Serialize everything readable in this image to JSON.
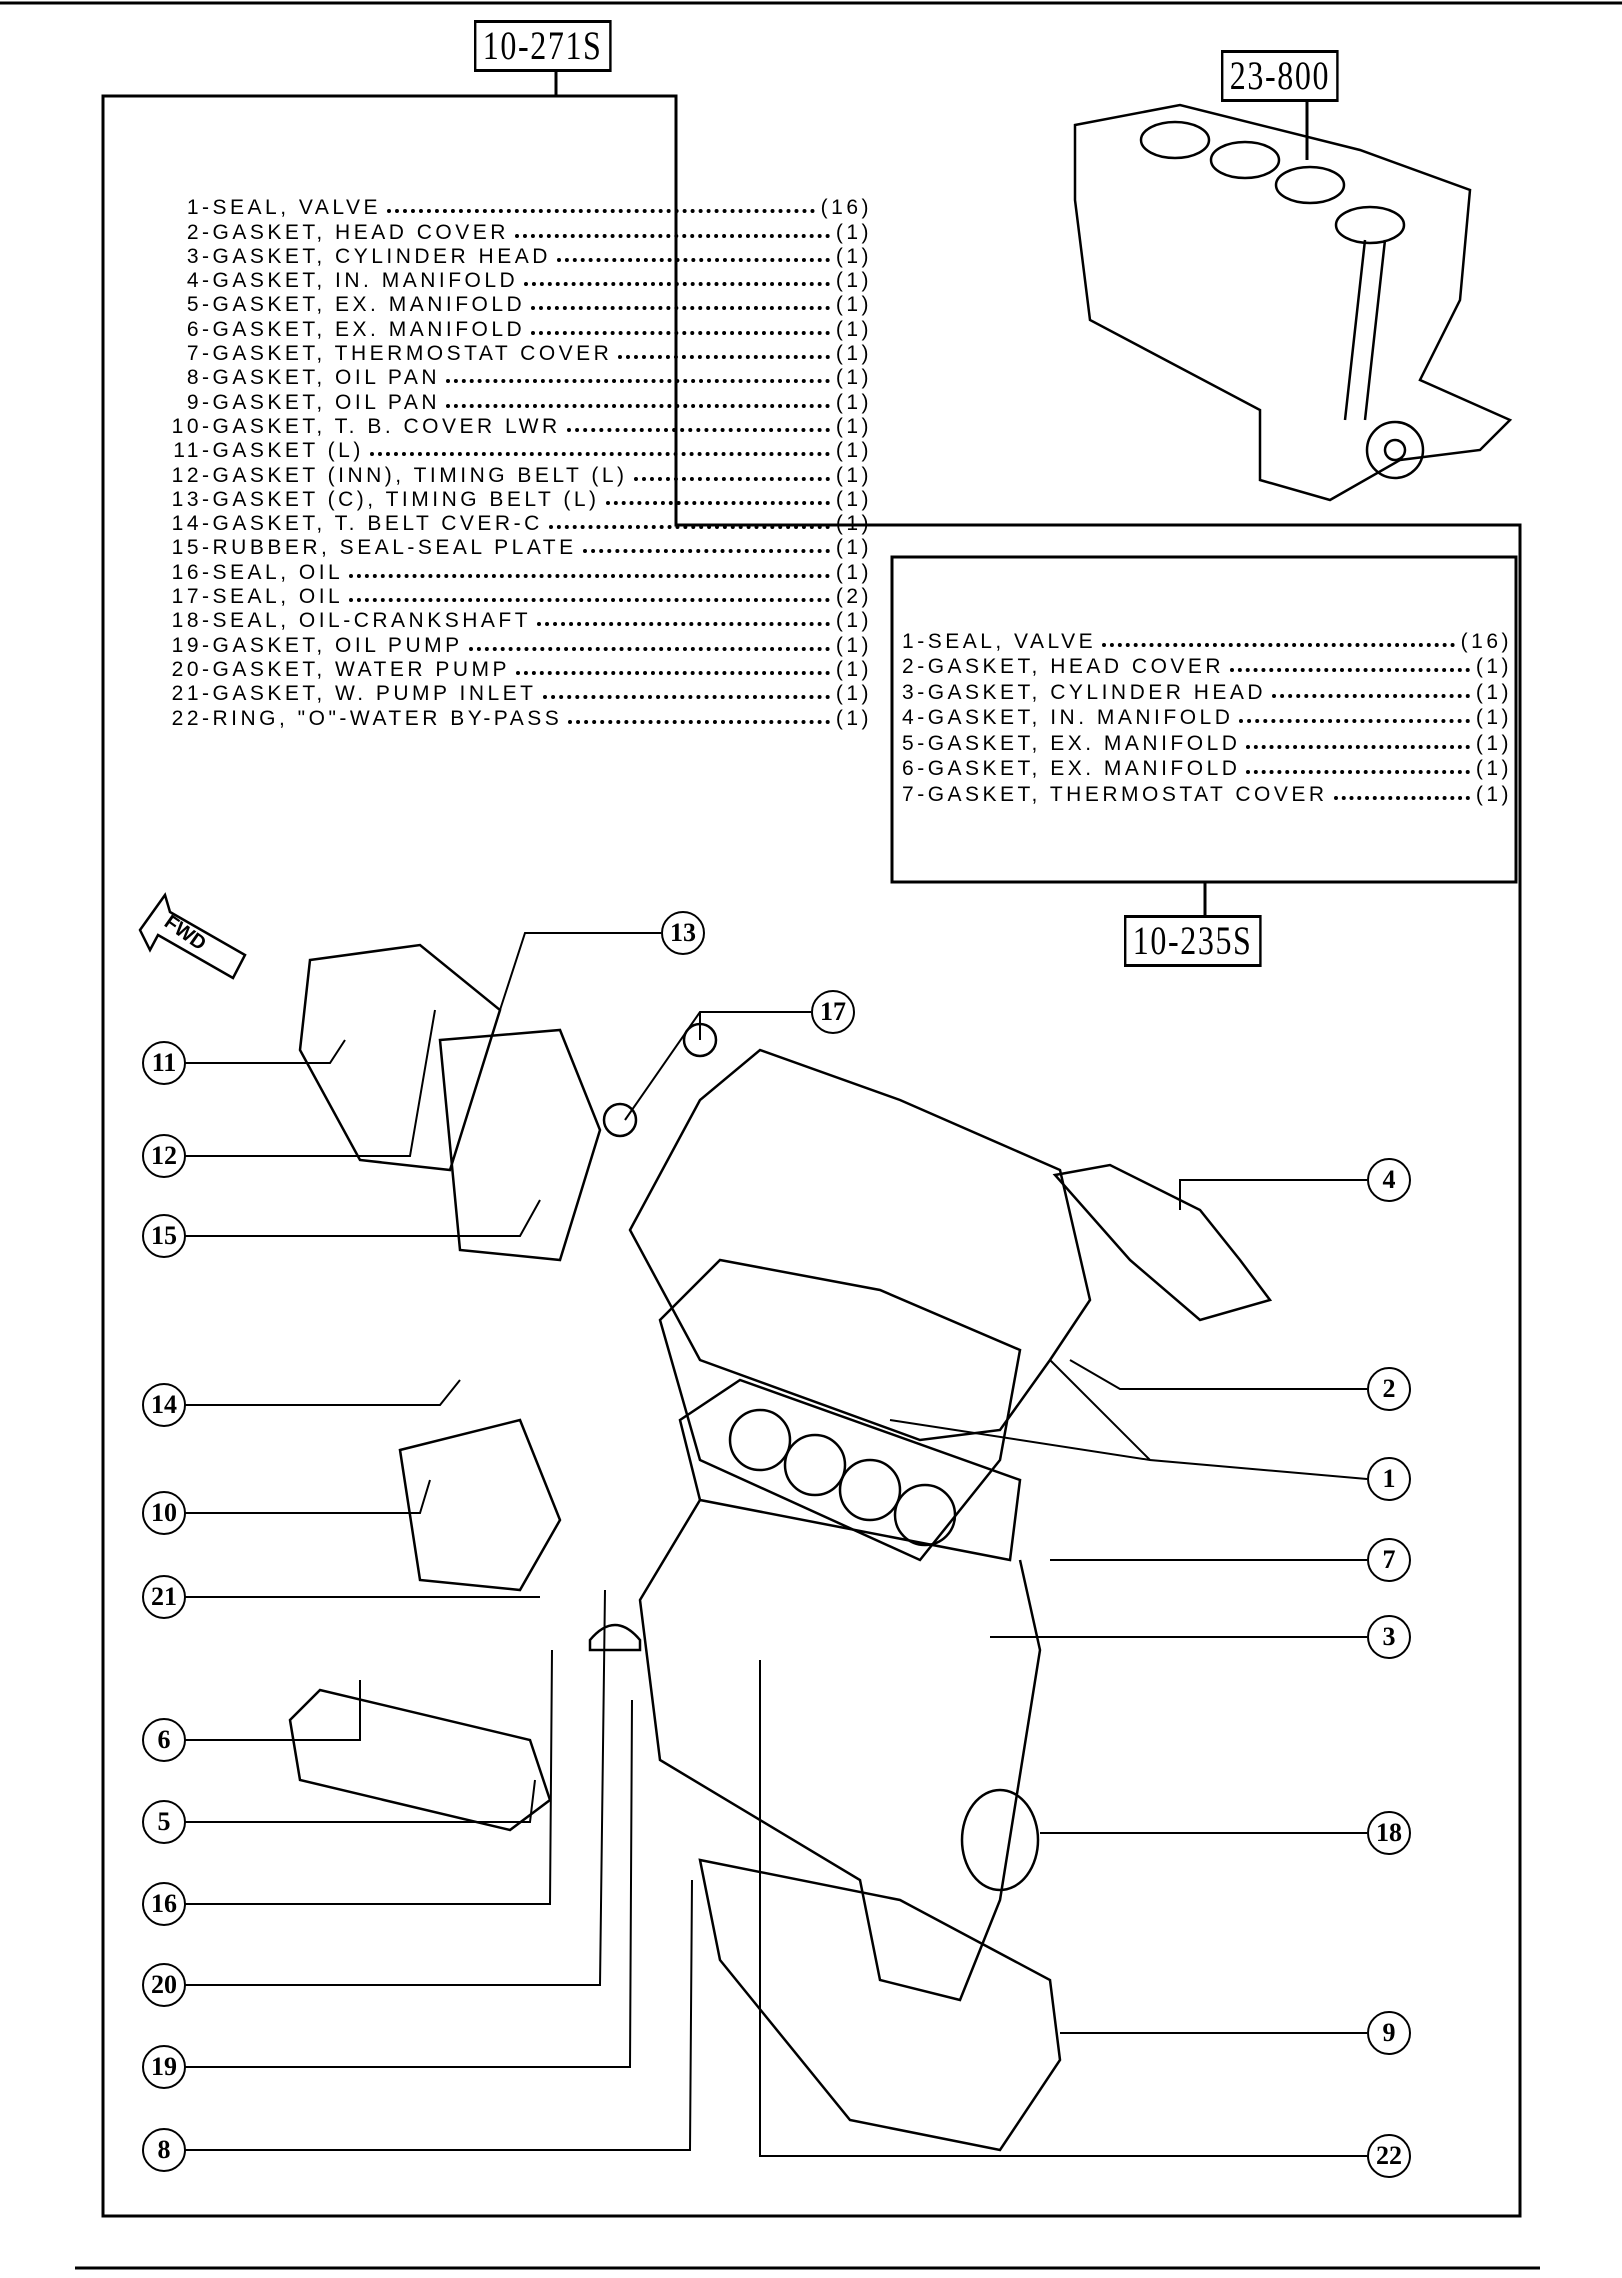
{
  "refs": {
    "main_kit": "10-271S",
    "block": "23-800",
    "sub_kit": "10-235S"
  },
  "fwd_label": "FWD",
  "main_list": [
    {
      "no": "1",
      "name": "SEAL, VALVE",
      "qty": "(16)"
    },
    {
      "no": "2",
      "name": "GASKET, HEAD COVER",
      "qty": "(1)"
    },
    {
      "no": "3",
      "name": "GASKET, CYLINDER HEAD",
      "qty": "(1)"
    },
    {
      "no": "4",
      "name": "GASKET, IN. MANIFOLD",
      "qty": "(1)"
    },
    {
      "no": "5",
      "name": "GASKET, EX. MANIFOLD",
      "qty": "(1)"
    },
    {
      "no": "6",
      "name": "GASKET, EX. MANIFOLD",
      "qty": "(1)"
    },
    {
      "no": "7",
      "name": "GASKET, THERMOSTAT COVER",
      "qty": "(1)"
    },
    {
      "no": "8",
      "name": "GASKET, OIL PAN",
      "qty": "(1)"
    },
    {
      "no": "9",
      "name": "GASKET, OIL PAN",
      "qty": "(1)"
    },
    {
      "no": "10",
      "name": "GASKET, T. B. COVER LWR",
      "qty": "(1)"
    },
    {
      "no": "11",
      "name": "GASKET (L)",
      "qty": "(1)"
    },
    {
      "no": "12",
      "name": "GASKET (INN), TIMING BELT (L)",
      "qty": "(1)"
    },
    {
      "no": "13",
      "name": "GASKET (C), TIMING BELT (L)",
      "qty": "(1)"
    },
    {
      "no": "14",
      "name": "GASKET, T. BELT CVER-C",
      "qty": "(1)"
    },
    {
      "no": "15",
      "name": "RUBBER, SEAL-SEAL PLATE",
      "qty": "(1)"
    },
    {
      "no": "16",
      "name": "SEAL, OIL",
      "qty": "(1)"
    },
    {
      "no": "17",
      "name": "SEAL, OIL",
      "qty": "(2)"
    },
    {
      "no": "18",
      "name": "SEAL, OIL-CRANKSHAFT",
      "qty": "(1)"
    },
    {
      "no": "19",
      "name": "GASKET, OIL PUMP",
      "qty": "(1)"
    },
    {
      "no": "20",
      "name": "GASKET, WATER PUMP",
      "qty": "(1)"
    },
    {
      "no": "21",
      "name": "GASKET, W. PUMP INLET",
      "qty": "(1)"
    },
    {
      "no": "22",
      "name": "RING, \"O\"-WATER BY-PASS",
      "qty": "(1)"
    }
  ],
  "sub_list": [
    {
      "no": "1",
      "name": "SEAL, VALVE",
      "qty": "(16)"
    },
    {
      "no": "2",
      "name": "GASKET, HEAD COVER",
      "qty": "(1)"
    },
    {
      "no": "3",
      "name": "GASKET, CYLINDER HEAD",
      "qty": "(1)"
    },
    {
      "no": "4",
      "name": "GASKET, IN. MANIFOLD",
      "qty": "(1)"
    },
    {
      "no": "5",
      "name": "GASKET, EX. MANIFOLD",
      "qty": "(1)"
    },
    {
      "no": "6",
      "name": "GASKET, EX. MANIFOLD",
      "qty": "(1)"
    },
    {
      "no": "7",
      "name": "GASKET, THERMOSTAT COVER",
      "qty": "(1)"
    }
  ],
  "callouts": {
    "c1": "1",
    "c2": "2",
    "c3": "3",
    "c4": "4",
    "c5": "5",
    "c6": "6",
    "c7": "7",
    "c8": "8",
    "c9": "9",
    "c10": "10",
    "c11": "11",
    "c12": "12",
    "c13": "13",
    "c14": "14",
    "c15": "15",
    "c16": "16",
    "c17": "17",
    "c18": "18",
    "c19": "19",
    "c20": "20",
    "c21": "21",
    "c22": "22"
  }
}
